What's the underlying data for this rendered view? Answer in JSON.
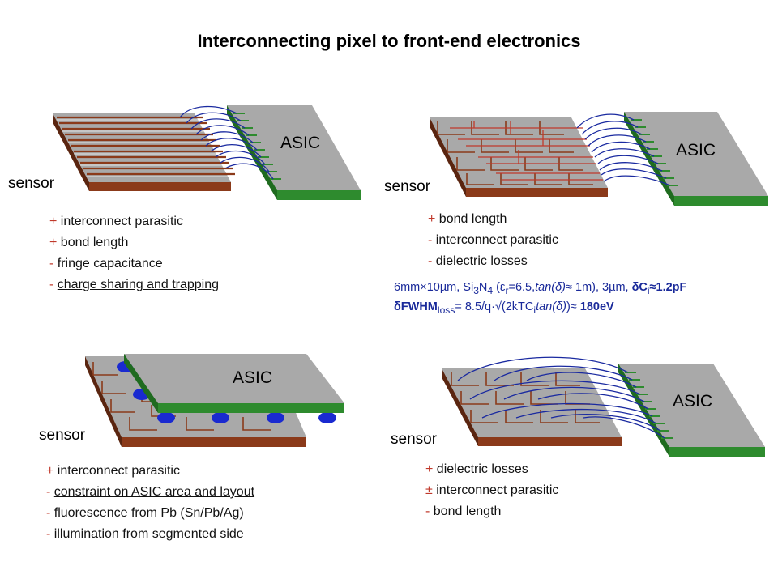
{
  "title": "Interconnecting pixel to front-end electronics",
  "colors": {
    "sensor_top": "#a9a9a9",
    "sensor_side": "#8b3a1a",
    "asic_side": "#2e8b2e",
    "bond_wire": "#1a2aa0",
    "trace": "#c0392b",
    "bump": "#1a2ad0",
    "sign": "#c0392b"
  },
  "panels": {
    "top_left": {
      "sensor_label": "sensor",
      "asic_label": "ASIC",
      "items": [
        {
          "sign": "+",
          "text": "interconnect parasitic"
        },
        {
          "sign": "+",
          "text": "bond length"
        },
        {
          "sign": "-",
          "text": "fringe capacitance"
        },
        {
          "sign": "-",
          "text": "charge sharing and trapping"
        }
      ]
    },
    "top_right": {
      "sensor_label": "sensor",
      "asic_label": "ASIC",
      "items": [
        {
          "sign": "+",
          "text": "bond length"
        },
        {
          "sign": "-",
          "text": "interconnect parasitic"
        },
        {
          "sign": "-",
          "text": "dielectric losses"
        }
      ],
      "formula_line1": {
        "a": "6mm×10µm, Si",
        "a_sub1": "3",
        "a_mid": "N",
        "a_sub2": "4",
        "b": " (ε",
        "b_sub": "r",
        "c": "=6.5,",
        "d": "tan(δ)",
        "e": "≈ 1m), 3µm, ",
        "f": "δC",
        "f_sub": "i",
        "g": "≈1.2pF"
      },
      "formula_line2": {
        "a": "δFWHM",
        "a_sub": "loss",
        "b": "= 8.5/q·√(2kTC",
        "b_sub": "i",
        "c": "tan(δ)",
        "d": ")≈ ",
        "e": "180eV"
      }
    },
    "bottom_left": {
      "sensor_label": "sensor",
      "asic_label": "ASIC",
      "items": [
        {
          "sign": "+",
          "text": "interconnect parasitic"
        },
        {
          "sign": "-",
          "text": "constraint on ASIC area and layout"
        },
        {
          "sign": "-",
          "text": "fluorescence from Pb (Sn/Pb/Ag)"
        },
        {
          "sign": "-",
          "text": "illumination from segmented side"
        }
      ]
    },
    "bottom_right": {
      "sensor_label": "sensor",
      "asic_label": "ASIC",
      "items": [
        {
          "sign": "+",
          "text": "dielectric losses"
        },
        {
          "sign": "±",
          "text": "interconnect parasitic"
        },
        {
          "sign": "-",
          "text": "bond length"
        }
      ]
    }
  }
}
